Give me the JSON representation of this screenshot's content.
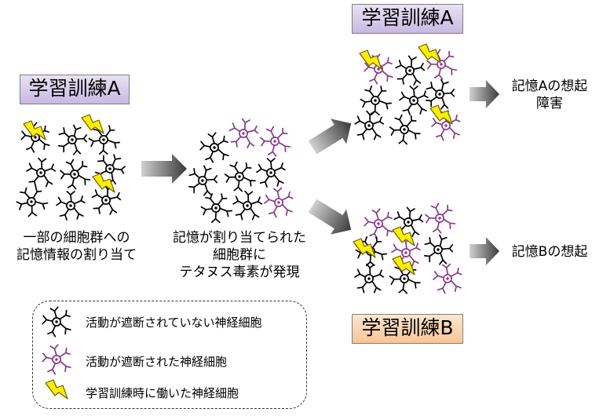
{
  "boxes": {
    "train_a_left": "学習訓練A",
    "train_a_top": "学習訓練A",
    "train_b": "学習訓練B"
  },
  "labels": {
    "step1": "一部の細胞群への\n記憶情報の割り当て",
    "step2": "記憶が割り当てられた\n細胞群に\nテタヌス毒素が発現",
    "outcome_a": "記憶Aの想起\n障害",
    "outcome_b": "記憶Bの想起"
  },
  "legend": {
    "active": "活動が遮断されていない神経細胞",
    "blocked": "活動が遮断された神経細胞",
    "trained": "学習訓練時に働いた神経細胞"
  },
  "colors": {
    "neuron_active": "#000000",
    "neuron_blocked": "#8a3a8e",
    "lightning": "#ffee00",
    "box_purple": "#d9cdea",
    "box_orange": "#fbd3ad",
    "arrow": "#5a5a5a"
  }
}
